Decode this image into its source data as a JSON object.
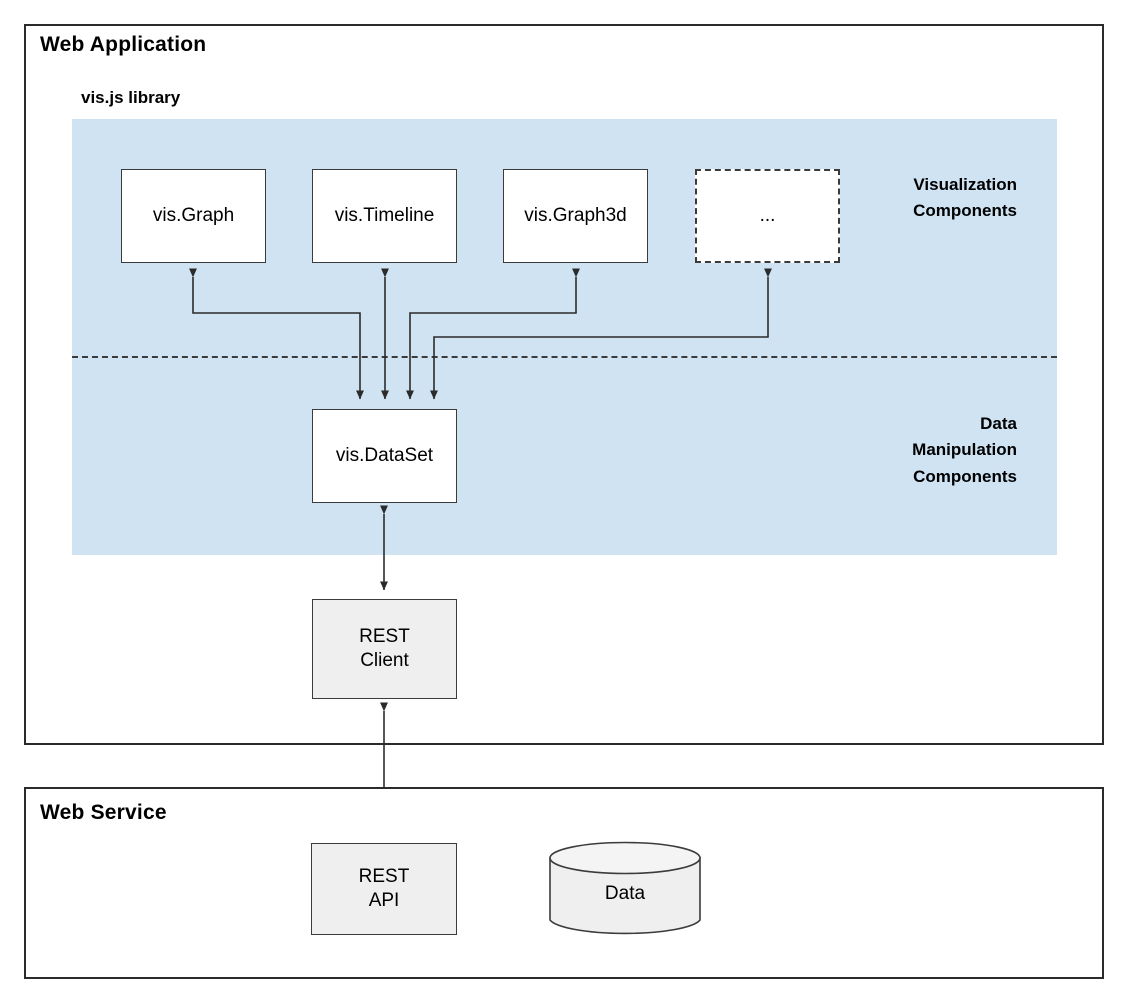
{
  "diagram": {
    "type": "architecture-block-diagram",
    "background": "#ffffff",
    "panel_color": "#cfe3f3",
    "node_fill": "#ffffff",
    "node_fill_gray": "#efefef",
    "stroke_color": "#3b3b3b"
  },
  "web_application": {
    "title": "Web Application",
    "library_title": "vis.js library",
    "group_labels": {
      "visualization": "Visualization\nComponents",
      "data_manipulation": "Data\nManipulation\nComponents"
    },
    "visualization_components": [
      {
        "label": "vis.Graph",
        "style": "solid"
      },
      {
        "label": "vis.Timeline",
        "style": "solid"
      },
      {
        "label": "vis.Graph3d",
        "style": "solid"
      },
      {
        "label": "...",
        "style": "dashed"
      }
    ],
    "data_components": [
      {
        "label": "vis.DataSet",
        "style": "solid"
      }
    ],
    "client": {
      "label": "REST\nClient",
      "style": "gray"
    }
  },
  "web_service": {
    "title": "Web Service",
    "api": {
      "label": "REST\nAPI",
      "style": "gray"
    },
    "database": {
      "label": "Data",
      "shape": "cylinder"
    }
  },
  "connections": [
    {
      "from": "vis.Graph",
      "to": "vis.DataSet",
      "direction": "bidirectional"
    },
    {
      "from": "vis.Timeline",
      "to": "vis.DataSet",
      "direction": "bidirectional"
    },
    {
      "from": "vis.Graph3d",
      "to": "vis.DataSet",
      "direction": "bidirectional"
    },
    {
      "from": "...",
      "to": "vis.DataSet",
      "direction": "bidirectional"
    },
    {
      "from": "vis.DataSet",
      "to": "REST Client",
      "direction": "bidirectional"
    },
    {
      "from": "REST Client",
      "to": "REST API",
      "direction": "bidirectional"
    },
    {
      "from": "REST API",
      "to": "Data",
      "direction": "bidirectional"
    }
  ]
}
